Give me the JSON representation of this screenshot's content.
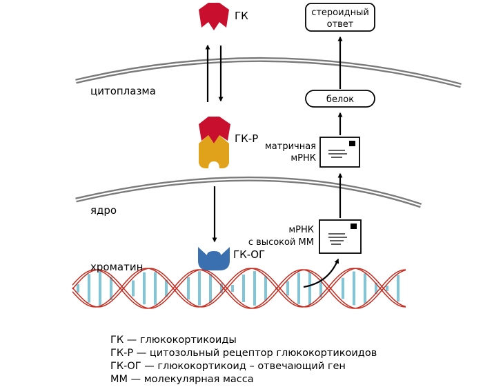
{
  "labels": {
    "gk": "ГК",
    "gk_r": "ГК-Р",
    "gk_og": "ГК-ОГ",
    "cytoplasm": "цитоплазма",
    "nucleus": "ядро",
    "chromatin": "хроматин",
    "steroid_response_line1": "стероидный",
    "steroid_response_line2": "ответ",
    "protein": "белок",
    "mature_mrna_line1": "матричная",
    "mature_mrna_line2": "мРНК",
    "hmw_mrna_line1": "мРНК",
    "hmw_mrna_line2": "с высокой ММ"
  },
  "legend": [
    "ГК — глюкокортикоиды",
    "ГК-Р — цитозольный рецептор глюкокортикоидов",
    "ГК-ОГ — глюкокортикоид – отвечающий ген",
    "ММ — молекулярная масса"
  ],
  "colors": {
    "hormone": "#c8102e",
    "receptor": "#e0a11b",
    "gene": "#3a6fb0",
    "dna_strand": "#c62b1e",
    "dna_rung": "#7fc6d8",
    "membrane": "#7a7a7a"
  },
  "icons": [
    "mrna-envelope-icon"
  ]
}
